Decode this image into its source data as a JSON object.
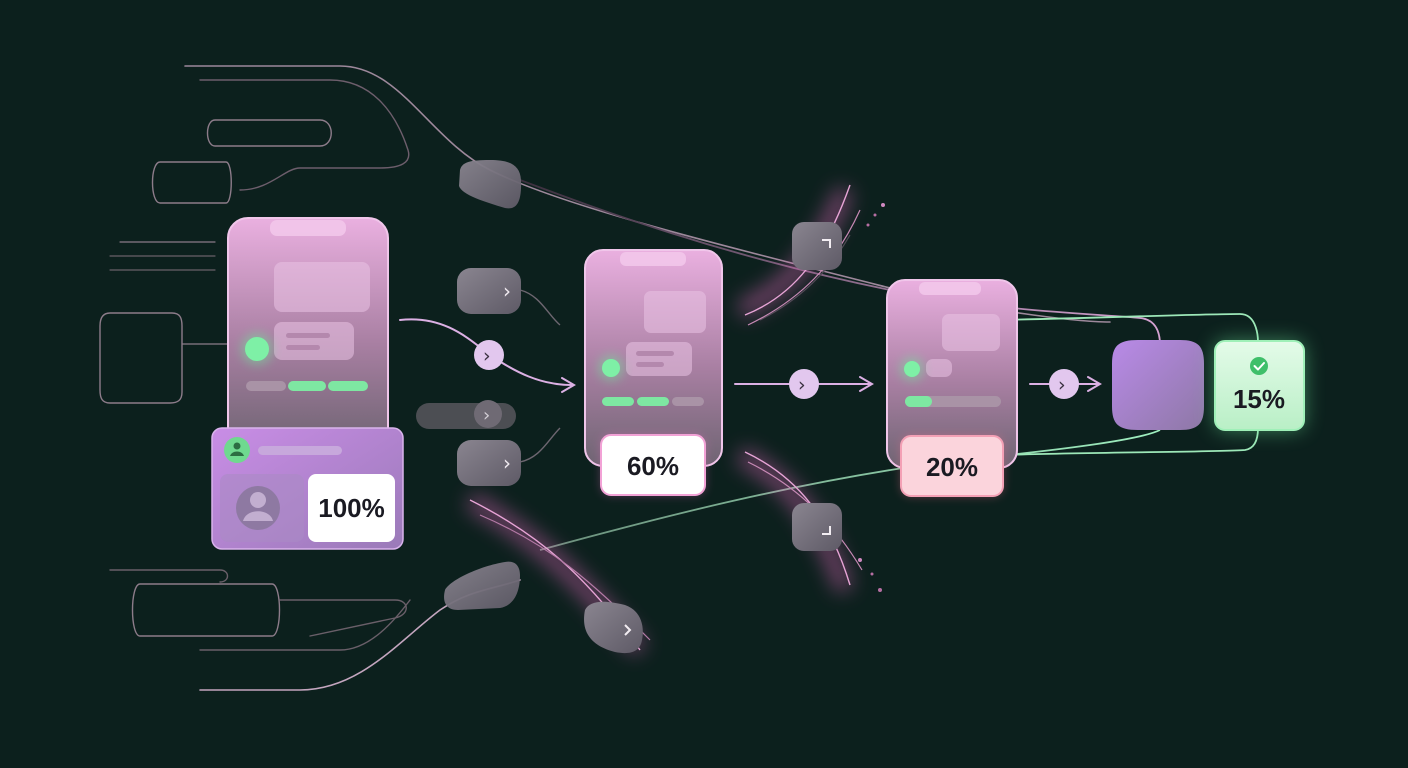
{
  "stages": [
    {
      "id": "stage-1",
      "percent": "100%"
    },
    {
      "id": "stage-2",
      "percent": "60%"
    },
    {
      "id": "stage-3",
      "percent": "20%"
    },
    {
      "id": "final",
      "percent": "15%"
    }
  ],
  "colors": {
    "background": "#0c201d",
    "phone_pink": "#e6a8dc",
    "accent_green": "#6ee89a",
    "accent_purple": "#b487e6",
    "dropoff_pink": "#f06bc4",
    "badge_alert": "#f3a0b5",
    "success_green": "#c8f5d2"
  },
  "icons": {
    "chevron": "chevron-right-icon",
    "user": "user-icon",
    "check": "check-circle-icon"
  }
}
